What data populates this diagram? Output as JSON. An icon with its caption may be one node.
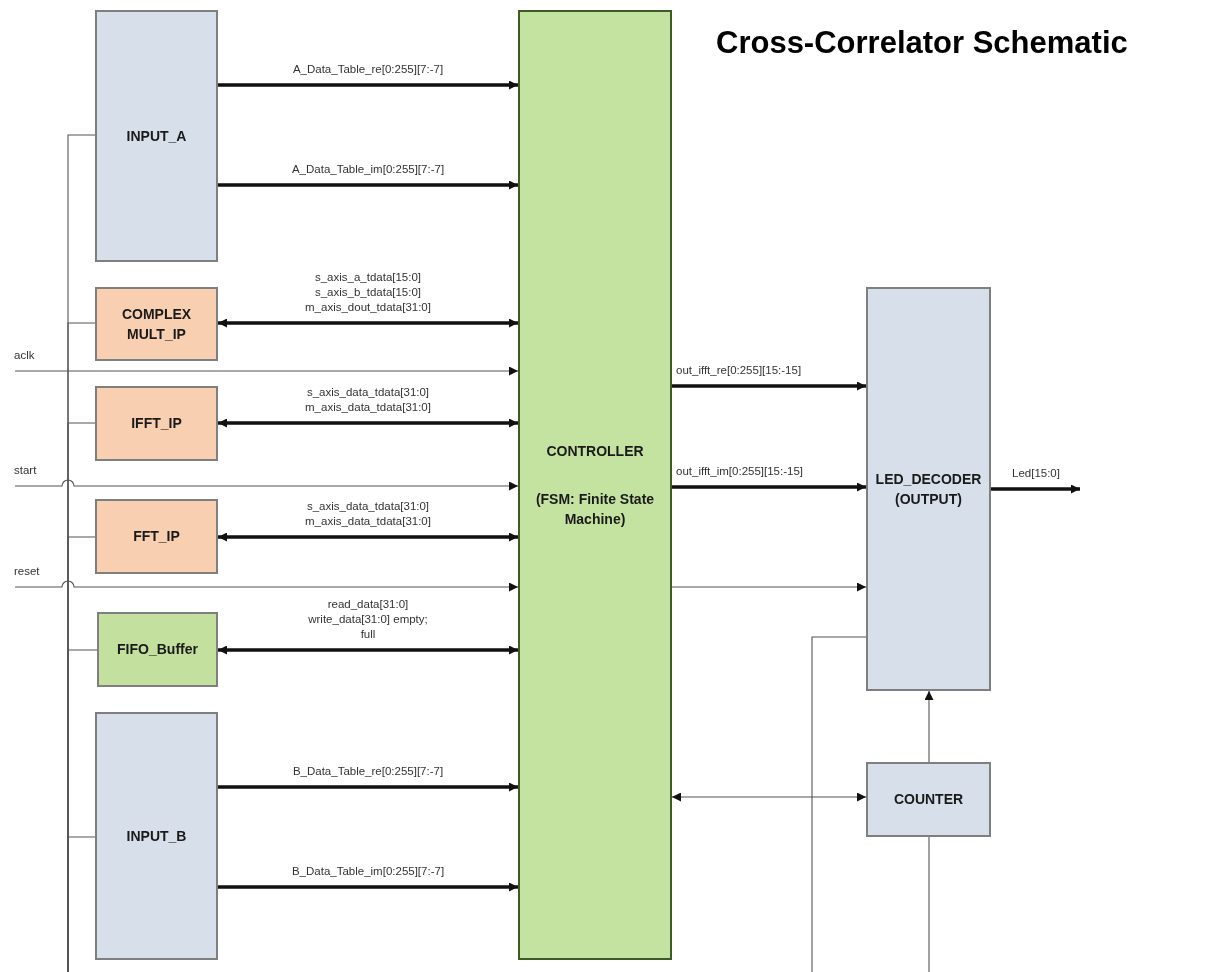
{
  "diagram": {
    "title": "Cross-Correlator Schematic",
    "nodes": [
      {
        "text": [
          "INPUT_A"
        ]
      },
      {
        "text": [
          "COMPLEX MULT_IP"
        ]
      },
      {
        "text": [
          "IFFT_IP"
        ]
      },
      {
        "text": [
          "FFT_IP"
        ]
      },
      {
        "text": [
          "FIFO_Buffer"
        ]
      },
      {
        "text": [
          "INPUT_B"
        ]
      },
      {
        "text": [
          "CONTROLLER",
          "(FSM: Finite State Machine)"
        ]
      },
      {
        "text": [
          "LED_DECODER (OUTPUT)"
        ]
      },
      {
        "text": [
          "COUNTER"
        ]
      }
    ],
    "edges": [
      {
        "from": 0,
        "to": 6,
        "arrow": "to",
        "label": "A_Data_Table_re[0:255][7:-7]",
        "style": "thick"
      },
      {
        "from": 0,
        "to": 6,
        "arrow": "to",
        "label": "A_Data_Table_im[0:255][7:-7]",
        "style": "thick"
      },
      {
        "from": 1,
        "to": 6,
        "arrow": "both",
        "label": "s_axis_a_tdata[15:0] s_axis_b_tdata[15:0] m_axis_dout_tdata[31:0]",
        "style": "thick"
      },
      {
        "from": null,
        "to": 6,
        "arrow": "to",
        "label": "aclk"
      },
      {
        "from": 2,
        "to": 6,
        "arrow": "both",
        "label": "s_axis_data_tdata[31:0] m_axis_data_tdata[31:0]",
        "style": "thick"
      },
      {
        "from": null,
        "to": 6,
        "arrow": "to",
        "label": "start"
      },
      {
        "from": 3,
        "to": 6,
        "arrow": "both",
        "label": "s_axis_data_tdata[31:0] m_axis_data_tdata[31:0]",
        "style": "thick"
      },
      {
        "from": null,
        "to": 6,
        "arrow": "to",
        "label": "reset"
      },
      {
        "from": 4,
        "to": 6,
        "arrow": "both",
        "label": "read_data[31:0] write_data[31:0] empty; full",
        "style": "thick"
      },
      {
        "from": 5,
        "to": 6,
        "arrow": "to",
        "label": "B_Data_Table_re[0:255][7:-7]",
        "style": "thick"
      },
      {
        "from": 5,
        "to": 6,
        "arrow": "to",
        "label": "B_Data_Table_im[0:255][7:-7]",
        "style": "thick"
      },
      {
        "from": 6,
        "to": 7,
        "arrow": "to",
        "label": "out_ifft_re[0:255][15:-15]",
        "style": "thick"
      },
      {
        "from": 6,
        "to": 7,
        "arrow": "to",
        "label": "out_ifft_im[0:255][15:-15]",
        "style": "thick"
      },
      {
        "from": 6,
        "to": 7,
        "arrow": "to"
      },
      {
        "from": 7,
        "to": null,
        "arrow": "to",
        "label": "Led[15:0]",
        "style": "thick"
      },
      {
        "from": 6,
        "to": 8,
        "arrow": "both"
      },
      {
        "from": 8,
        "to": 7,
        "arrow": "to"
      },
      {
        "from": 8,
        "to": null,
        "arrow": "none"
      },
      {
        "from": 7,
        "to": null,
        "arrow": "none"
      },
      {
        "from": 0,
        "to": null,
        "arrow": "none"
      },
      {
        "from": 1,
        "to": null,
        "arrow": "none"
      },
      {
        "from": 2,
        "to": null,
        "arrow": "none"
      },
      {
        "from": 3,
        "to": null,
        "arrow": "none"
      },
      {
        "from": 4,
        "to": null,
        "arrow": "none"
      },
      {
        "from": 5,
        "to": null,
        "arrow": "none"
      }
    ]
  }
}
